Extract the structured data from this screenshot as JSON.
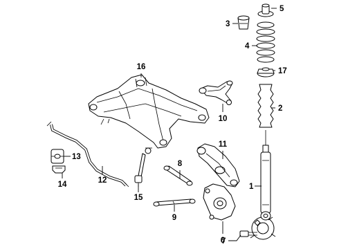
{
  "callouts": [
    {
      "id": "c1",
      "text": "1"
    },
    {
      "id": "c2",
      "text": "2"
    },
    {
      "id": "c3",
      "text": "3"
    },
    {
      "id": "c4",
      "text": "4"
    },
    {
      "id": "c5",
      "text": "5"
    },
    {
      "id": "c6",
      "text": "6"
    },
    {
      "id": "c7",
      "text": "7"
    },
    {
      "id": "c8",
      "text": "8"
    },
    {
      "id": "c9",
      "text": "9"
    },
    {
      "id": "c10",
      "text": "10"
    },
    {
      "id": "c11",
      "text": "11"
    },
    {
      "id": "c12",
      "text": "12"
    },
    {
      "id": "c13",
      "text": "13"
    },
    {
      "id": "c14",
      "text": "14"
    },
    {
      "id": "c15",
      "text": "15"
    },
    {
      "id": "c16",
      "text": "16"
    },
    {
      "id": "c17",
      "text": "17"
    }
  ],
  "colors": {
    "line": "#000000",
    "background": "#ffffff"
  }
}
